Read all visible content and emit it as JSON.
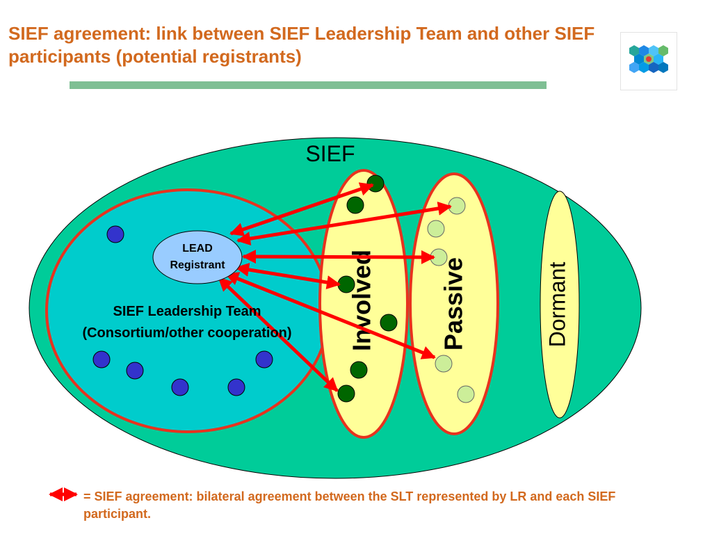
{
  "title": "SIEF agreement: link between SIEF Leadership Team and other SIEF participants (potential registrants)",
  "diagram": {
    "sief_label": "SIEF",
    "lead_label_line1": "LEAD",
    "lead_label_line2": "Registrant",
    "slt_label_line1": "SIEF Leadership Team",
    "slt_label_line2": "(Consortium/other cooperation)",
    "involved_label": "Involved",
    "passive_label": "Passive",
    "dormant_label": "Dormant"
  },
  "legend": {
    "text": "= SIEF agreement:  bilateral agreement between the SLT represented by LR and each SIEF participant."
  },
  "colors": {
    "title": "#D2691E",
    "title_rule": "#7FBF94",
    "sief_fill": "#00CC99",
    "slt_fill": "#00CCCC",
    "outline_red": "#E8321E",
    "group_fill": "#FFFF99",
    "lead_fill": "#99CCFF",
    "slt_member": "#3333CC",
    "involved_member": "#006600",
    "passive_member": "#CCEE99",
    "arrow": "#FF0000"
  }
}
